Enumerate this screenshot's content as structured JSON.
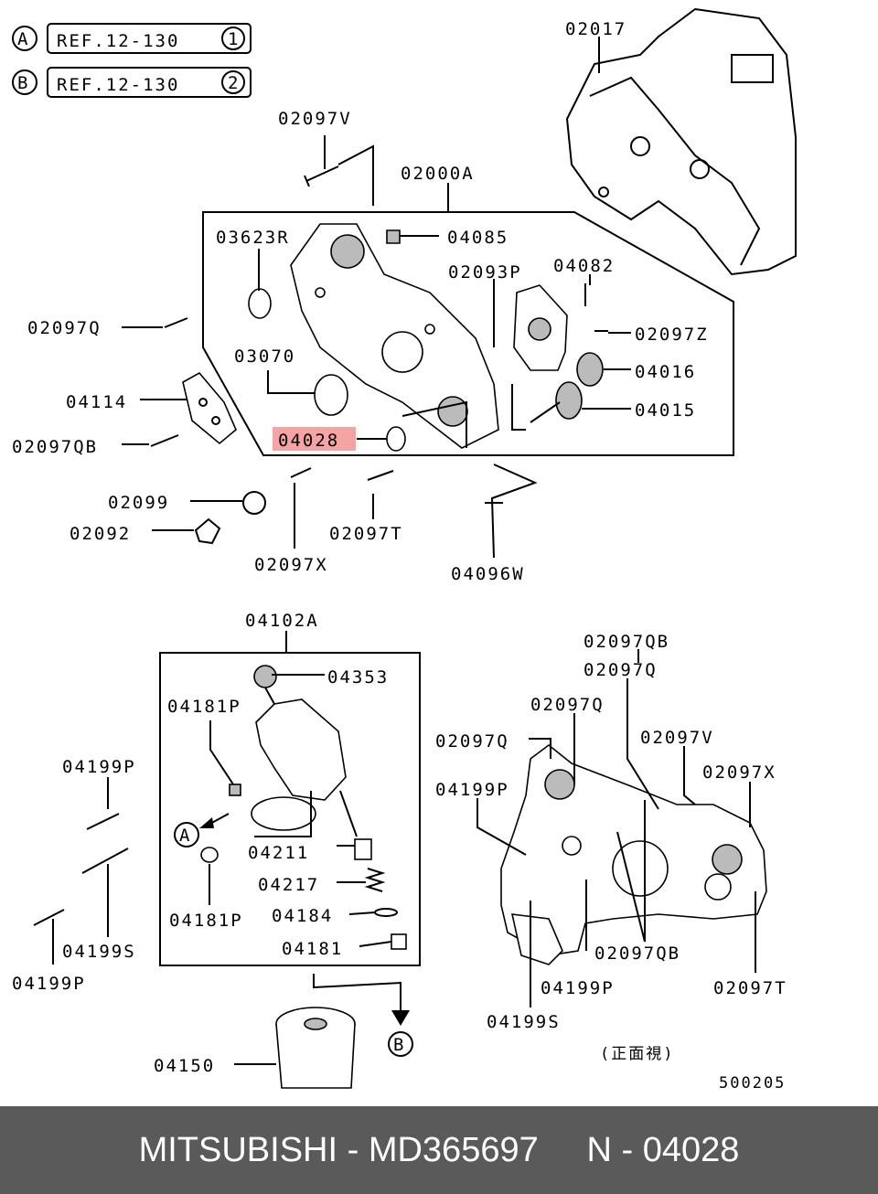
{
  "refs": [
    {
      "letter": "A",
      "text": "REF.12-130",
      "num": "1"
    },
    {
      "letter": "B",
      "text": "REF.12-130",
      "num": "2"
    }
  ],
  "labels": {
    "p02017": "02017",
    "p02097V_top": "02097V",
    "p02000A": "02000A",
    "p03623R": "03623R",
    "p04085": "04085",
    "p02093P": "02093P",
    "p04082": "04082",
    "p02097Q_left": "02097Q",
    "p02097Z": "02097Z",
    "p03070": "03070",
    "p04016": "04016",
    "p04114": "04114",
    "p04015": "04015",
    "p04028": "04028",
    "p02097QB_left": "02097QB",
    "p02099": "02099",
    "p02092": "02092",
    "p02097T_mid": "02097T",
    "p02097X_mid": "02097X",
    "p04096W": "04096W",
    "p04102A": "04102A",
    "p04353": "04353",
    "p04181P_top": "04181P",
    "p04199P_a": "04199P",
    "p04211": "04211",
    "p04217": "04217",
    "p04181P_mid": "04181P",
    "p04184": "04184",
    "p04199S_left": "04199S",
    "p04181": "04181",
    "p04199P_b": "04199P",
    "p04150": "04150",
    "p02097QB_r1": "02097QB",
    "p02097Q_r1": "02097Q",
    "p02097Q_r2": "02097Q",
    "p02097Q_r3": "02097Q",
    "p02097V_r": "02097V",
    "p02097X_r": "02097X",
    "p04199P_r": "04199P",
    "p02097QB_r2": "02097QB",
    "p04199P_r2": "04199P",
    "p02097T_r": "02097T",
    "p04199S_r": "04199S"
  },
  "view_note": "(正面視)",
  "diagram_id": "500205",
  "marker_A": "A",
  "marker_B": "B",
  "highlight_part": "04028",
  "highlight_color": "#f5a3a3",
  "footer": {
    "brand": "MITSUBISHI",
    "part_number": "MD365697",
    "ref": "N - 04028"
  }
}
